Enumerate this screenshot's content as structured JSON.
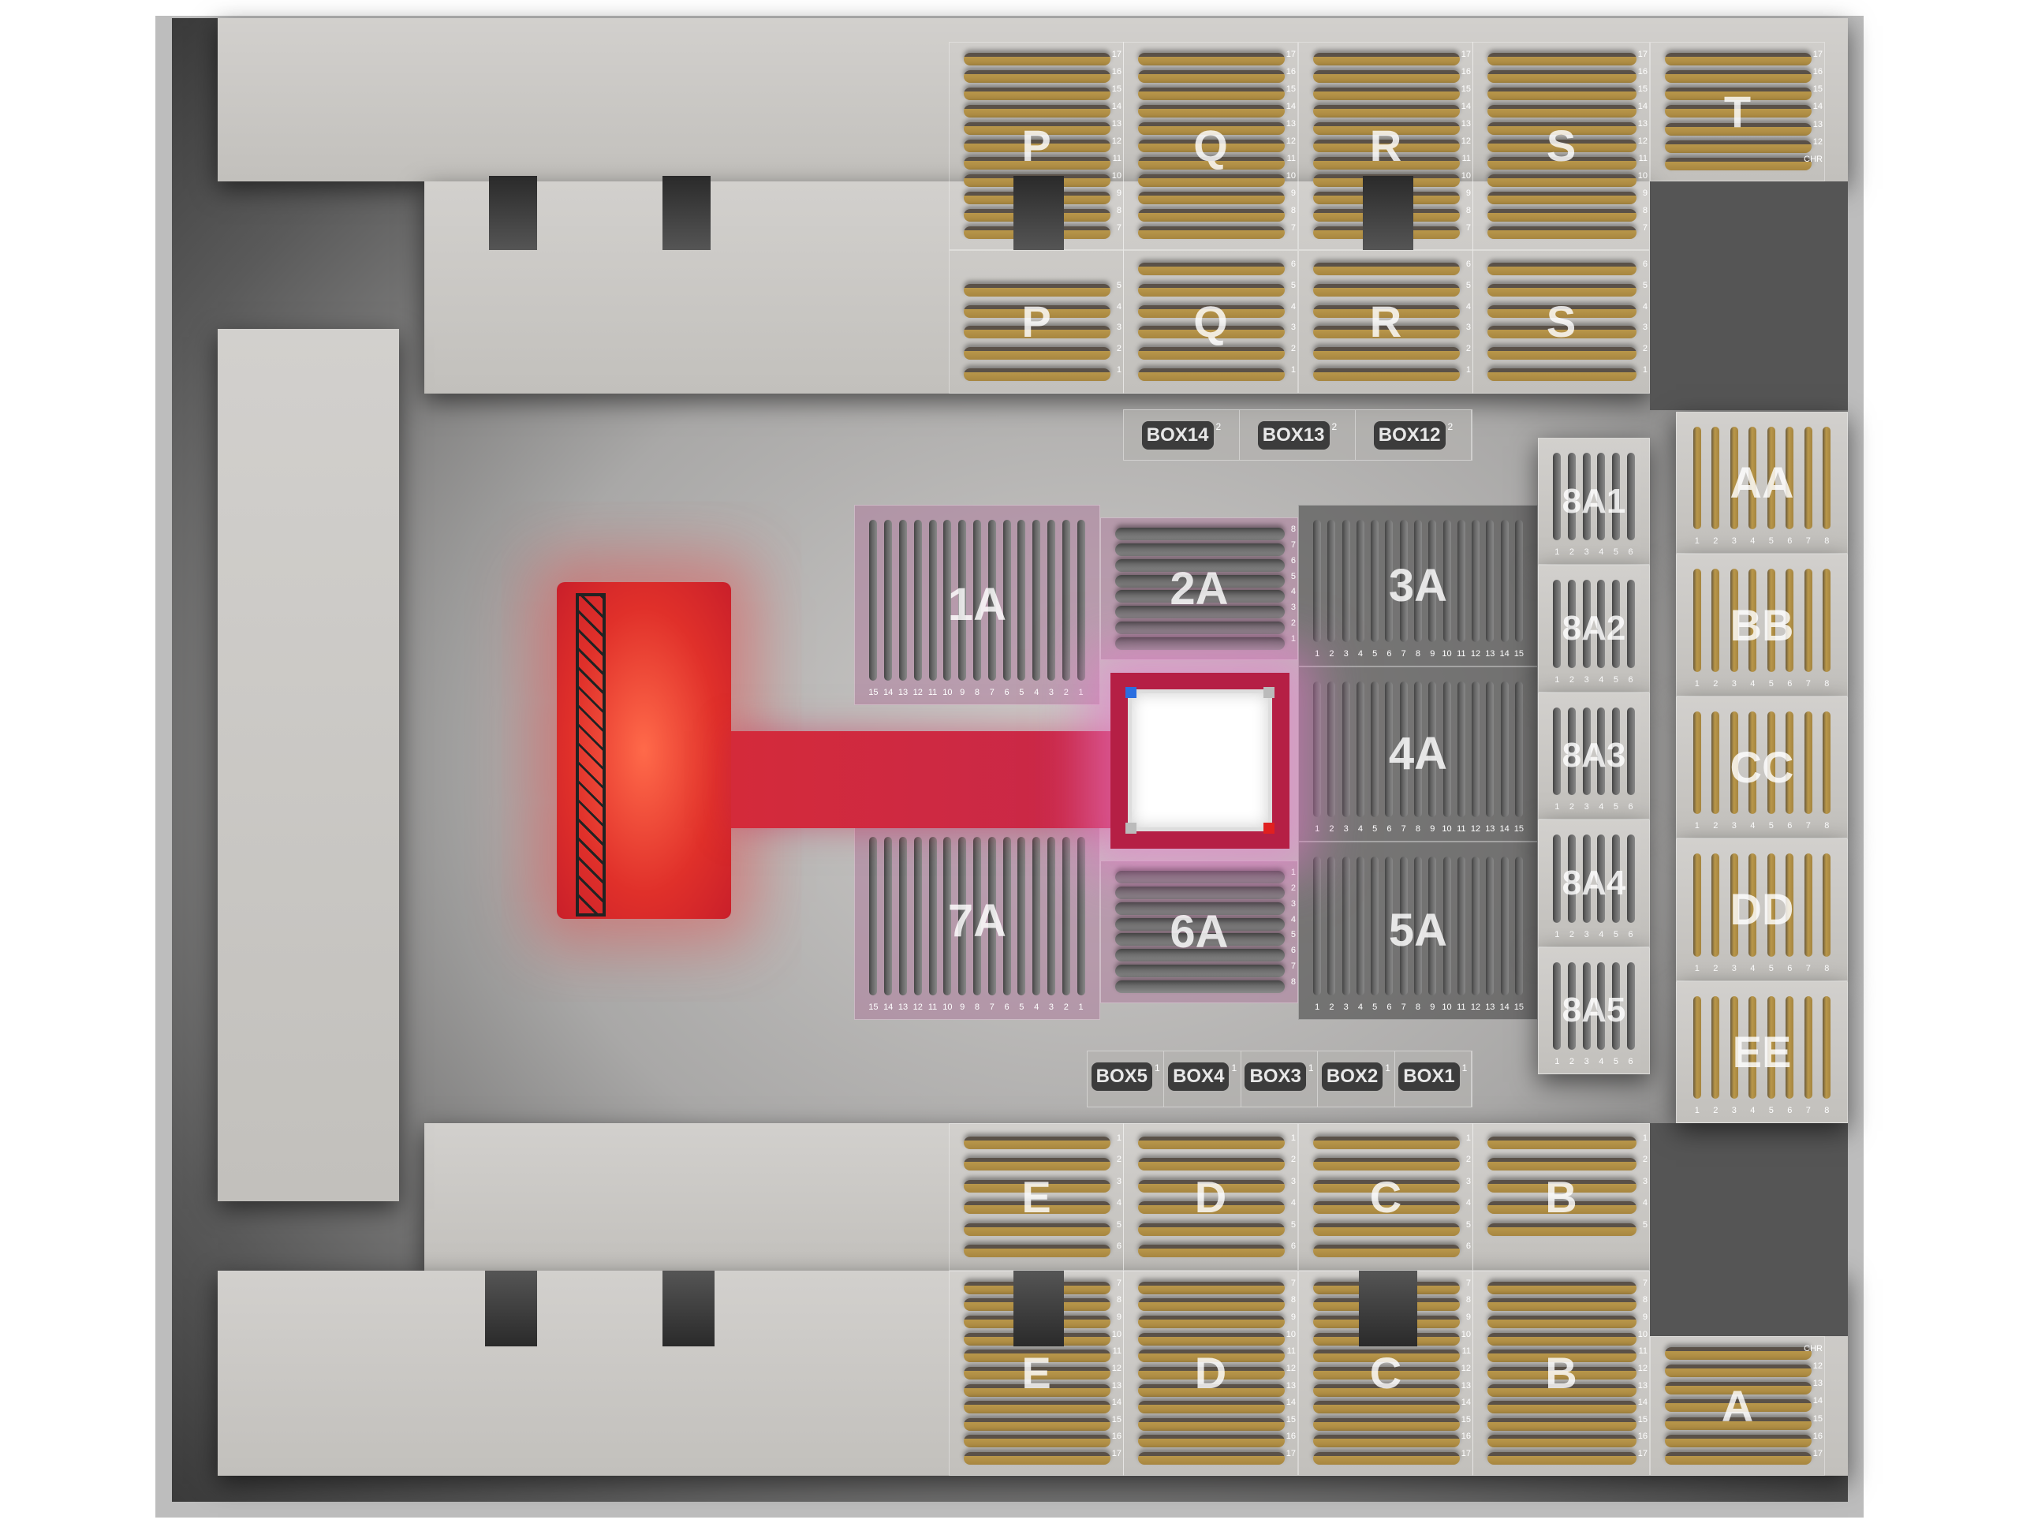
{
  "map": {
    "upper_top": [
      {
        "name": "P",
        "rows": [
          "17",
          "16",
          "15",
          "14",
          "13",
          "12",
          "11",
          "10",
          "9",
          "8",
          "7"
        ]
      },
      {
        "name": "Q",
        "rows": [
          "17",
          "16",
          "15",
          "14",
          "13",
          "12",
          "11",
          "10",
          "9",
          "8",
          "7"
        ]
      },
      {
        "name": "R",
        "rows": [
          "17",
          "16",
          "15",
          "14",
          "13",
          "12",
          "11",
          "10",
          "9",
          "8",
          "7"
        ]
      },
      {
        "name": "S",
        "rows": [
          "17",
          "16",
          "15",
          "14",
          "13",
          "12",
          "11",
          "10",
          "9",
          "8",
          "7"
        ]
      },
      {
        "name": "T",
        "rows": [
          "17",
          "16",
          "15",
          "14",
          "13",
          "12",
          "CHR"
        ]
      }
    ],
    "lower_top": [
      {
        "name": "P",
        "rows": [
          "",
          "5",
          "4",
          "3",
          "2",
          "1"
        ]
      },
      {
        "name": "Q",
        "rows": [
          "6",
          "5",
          "4",
          "3",
          "2",
          "1"
        ]
      },
      {
        "name": "R",
        "rows": [
          "6",
          "5",
          "4",
          "3",
          "2",
          "1"
        ]
      },
      {
        "name": "S",
        "rows": [
          "6",
          "5",
          "4",
          "3",
          "2",
          "1"
        ]
      }
    ],
    "lower_bottom": [
      {
        "name": "E",
        "rows": [
          "1",
          "2",
          "3",
          "4",
          "5",
          "6"
        ]
      },
      {
        "name": "D",
        "rows": [
          "1",
          "2",
          "3",
          "4",
          "5",
          "6"
        ]
      },
      {
        "name": "C",
        "rows": [
          "1",
          "2",
          "3",
          "4",
          "5",
          "6"
        ]
      },
      {
        "name": "B",
        "rows": [
          "1",
          "2",
          "3",
          "4",
          "5",
          ""
        ]
      }
    ],
    "upper_bottom": [
      {
        "name": "E",
        "rows": [
          "7",
          "8",
          "9",
          "10",
          "11",
          "12",
          "13",
          "14",
          "15",
          "16",
          "17"
        ]
      },
      {
        "name": "D",
        "rows": [
          "7",
          "8",
          "9",
          "10",
          "11",
          "12",
          "13",
          "14",
          "15",
          "16",
          "17"
        ]
      },
      {
        "name": "C",
        "rows": [
          "7",
          "8",
          "9",
          "10",
          "11",
          "12",
          "13",
          "14",
          "15",
          "16",
          "17"
        ]
      },
      {
        "name": "B",
        "rows": [
          "7",
          "8",
          "9",
          "10",
          "11",
          "12",
          "13",
          "14",
          "15",
          "16",
          "17"
        ]
      },
      {
        "name": "A",
        "rows": [
          "CHR",
          "12",
          "13",
          "14",
          "15",
          "16",
          "17"
        ]
      }
    ],
    "boxes_top": [
      {
        "label": "BOX14",
        "seats": "2"
      },
      {
        "label": "BOX13",
        "seats": "2"
      },
      {
        "label": "BOX12",
        "seats": "2"
      }
    ],
    "boxes_bottom": [
      {
        "label": "BOX5",
        "seats": "1"
      },
      {
        "label": "BOX4",
        "seats": "1"
      },
      {
        "label": "BOX3",
        "seats": "1"
      },
      {
        "label": "BOX2",
        "seats": "1"
      },
      {
        "label": "BOX1",
        "seats": "1"
      }
    ],
    "floor": [
      {
        "name": "1A",
        "dir": "v",
        "rows": [
          "15",
          "14",
          "13",
          "12",
          "11",
          "10",
          "9",
          "8",
          "7",
          "6",
          "5",
          "4",
          "3",
          "2",
          "1"
        ]
      },
      {
        "name": "2A",
        "dir": "h",
        "rows": [
          "8",
          "7",
          "6",
          "5",
          "4",
          "3",
          "2",
          "1"
        ]
      },
      {
        "name": "3A",
        "dir": "v",
        "rows": [
          "1",
          "2",
          "3",
          "4",
          "5",
          "6",
          "7",
          "8",
          "9",
          "10",
          "11",
          "12",
          "13",
          "14",
          "15"
        ]
      },
      {
        "name": "4A",
        "dir": "v",
        "rows": [
          "1",
          "2",
          "3",
          "4",
          "5",
          "6",
          "7",
          "8",
          "9",
          "10",
          "11",
          "12",
          "13",
          "14",
          "15"
        ]
      },
      {
        "name": "5A",
        "dir": "v",
        "rows": [
          "1",
          "2",
          "3",
          "4",
          "5",
          "6",
          "7",
          "8",
          "9",
          "10",
          "11",
          "12",
          "13",
          "14",
          "15"
        ]
      },
      {
        "name": "6A",
        "dir": "h",
        "rows": [
          "1",
          "2",
          "3",
          "4",
          "5",
          "6",
          "7",
          "8"
        ]
      },
      {
        "name": "7A",
        "dir": "v",
        "rows": [
          "15",
          "14",
          "13",
          "12",
          "11",
          "10",
          "9",
          "8",
          "7",
          "6",
          "5",
          "4",
          "3",
          "2",
          "1"
        ]
      }
    ],
    "side_8a": [
      {
        "name": "8A1",
        "rows": [
          "1",
          "2",
          "3",
          "4",
          "5",
          "6"
        ]
      },
      {
        "name": "8A2",
        "rows": [
          "1",
          "2",
          "3",
          "4",
          "5",
          "6"
        ]
      },
      {
        "name": "8A3",
        "rows": [
          "1",
          "2",
          "3",
          "4",
          "5",
          "6"
        ]
      },
      {
        "name": "8A4",
        "rows": [
          "1",
          "2",
          "3",
          "4",
          "5",
          "6"
        ]
      },
      {
        "name": "8A5",
        "rows": [
          "1",
          "2",
          "3",
          "4",
          "5",
          "6"
        ]
      }
    ],
    "side_letters": [
      {
        "name": "AA",
        "rows": [
          "1",
          "2",
          "3",
          "4",
          "5",
          "6",
          "7",
          "8"
        ]
      },
      {
        "name": "BB",
        "rows": [
          "1",
          "2",
          "3",
          "4",
          "5",
          "6",
          "7",
          "8"
        ]
      },
      {
        "name": "CC",
        "rows": [
          "1",
          "2",
          "3",
          "4",
          "5",
          "6",
          "7",
          "8"
        ]
      },
      {
        "name": "DD",
        "rows": [
          "1",
          "2",
          "3",
          "4",
          "5",
          "6",
          "7",
          "8"
        ]
      },
      {
        "name": "EE",
        "rows": [
          "1",
          "2",
          "3",
          "4",
          "5",
          "6",
          "7",
          "8"
        ]
      }
    ],
    "colors": {
      "seat_gold": "#b9974a",
      "stage_red": "#e0302a",
      "ring_apron": "#b51f45"
    }
  }
}
